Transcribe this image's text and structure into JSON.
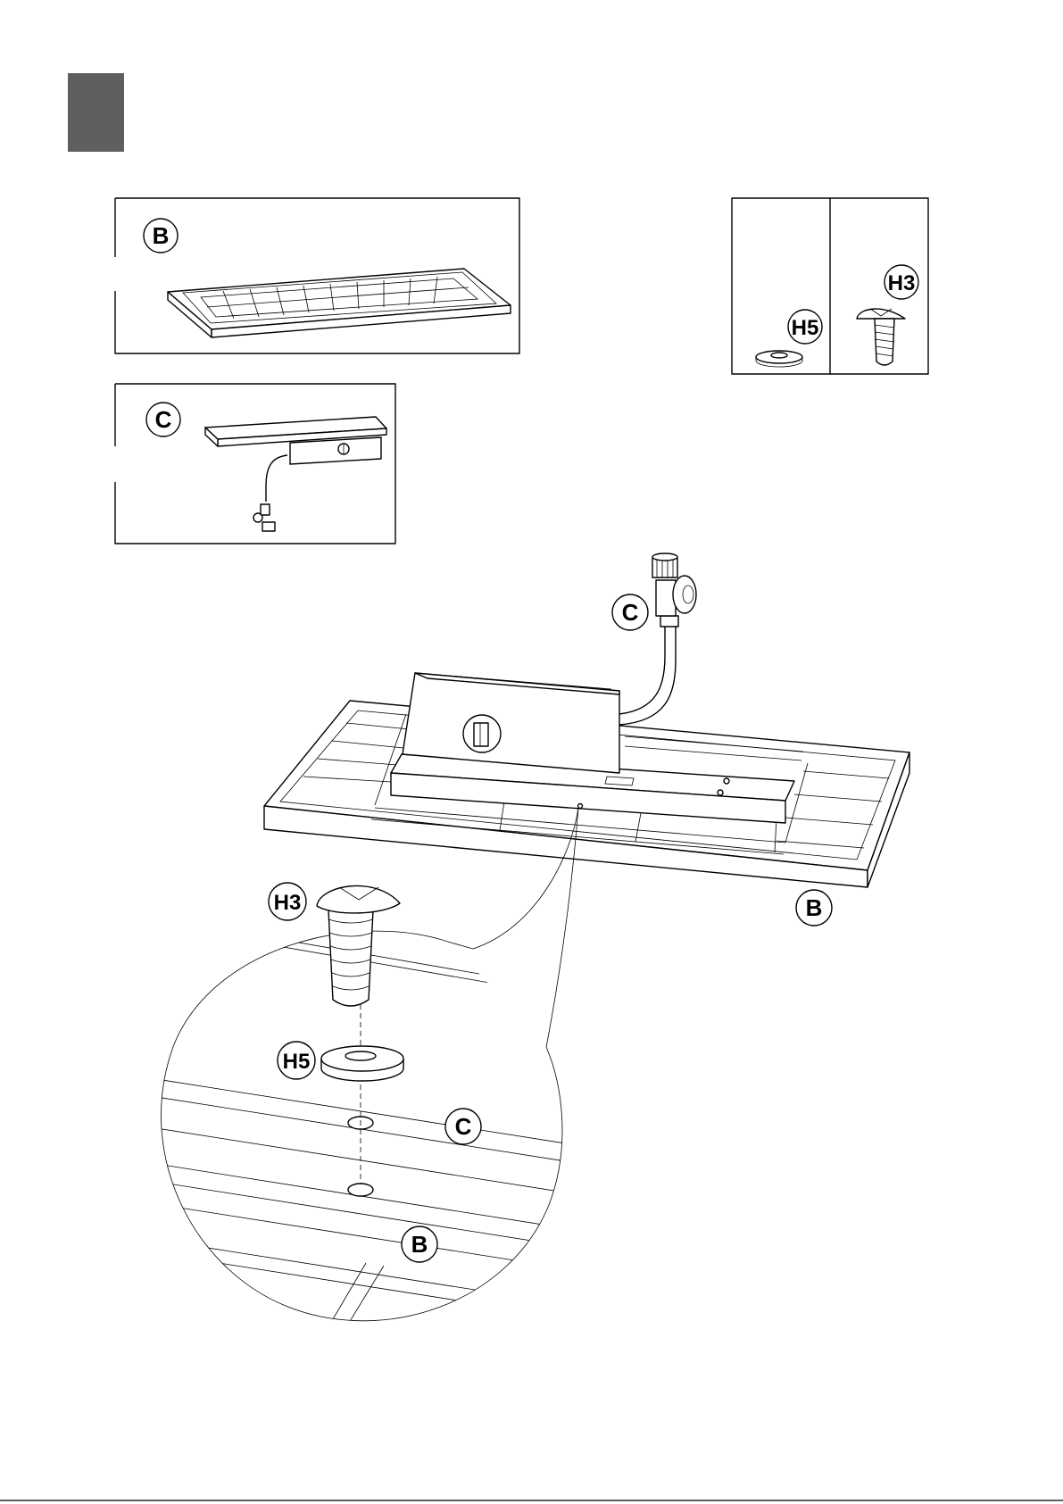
{
  "colors": {
    "step_block": "#5f5f5f",
    "line": "#000000",
    "background": "#ffffff"
  },
  "parts": {
    "b": {
      "label": "B"
    },
    "c": {
      "label": "C"
    },
    "h3": {
      "label": "H3"
    },
    "h5": {
      "label": "H5"
    }
  },
  "callouts": {
    "main_c": "C",
    "main_b": "B",
    "detail_h3": "H3",
    "detail_h5": "H5",
    "detail_c": "C",
    "detail_b": "B"
  }
}
